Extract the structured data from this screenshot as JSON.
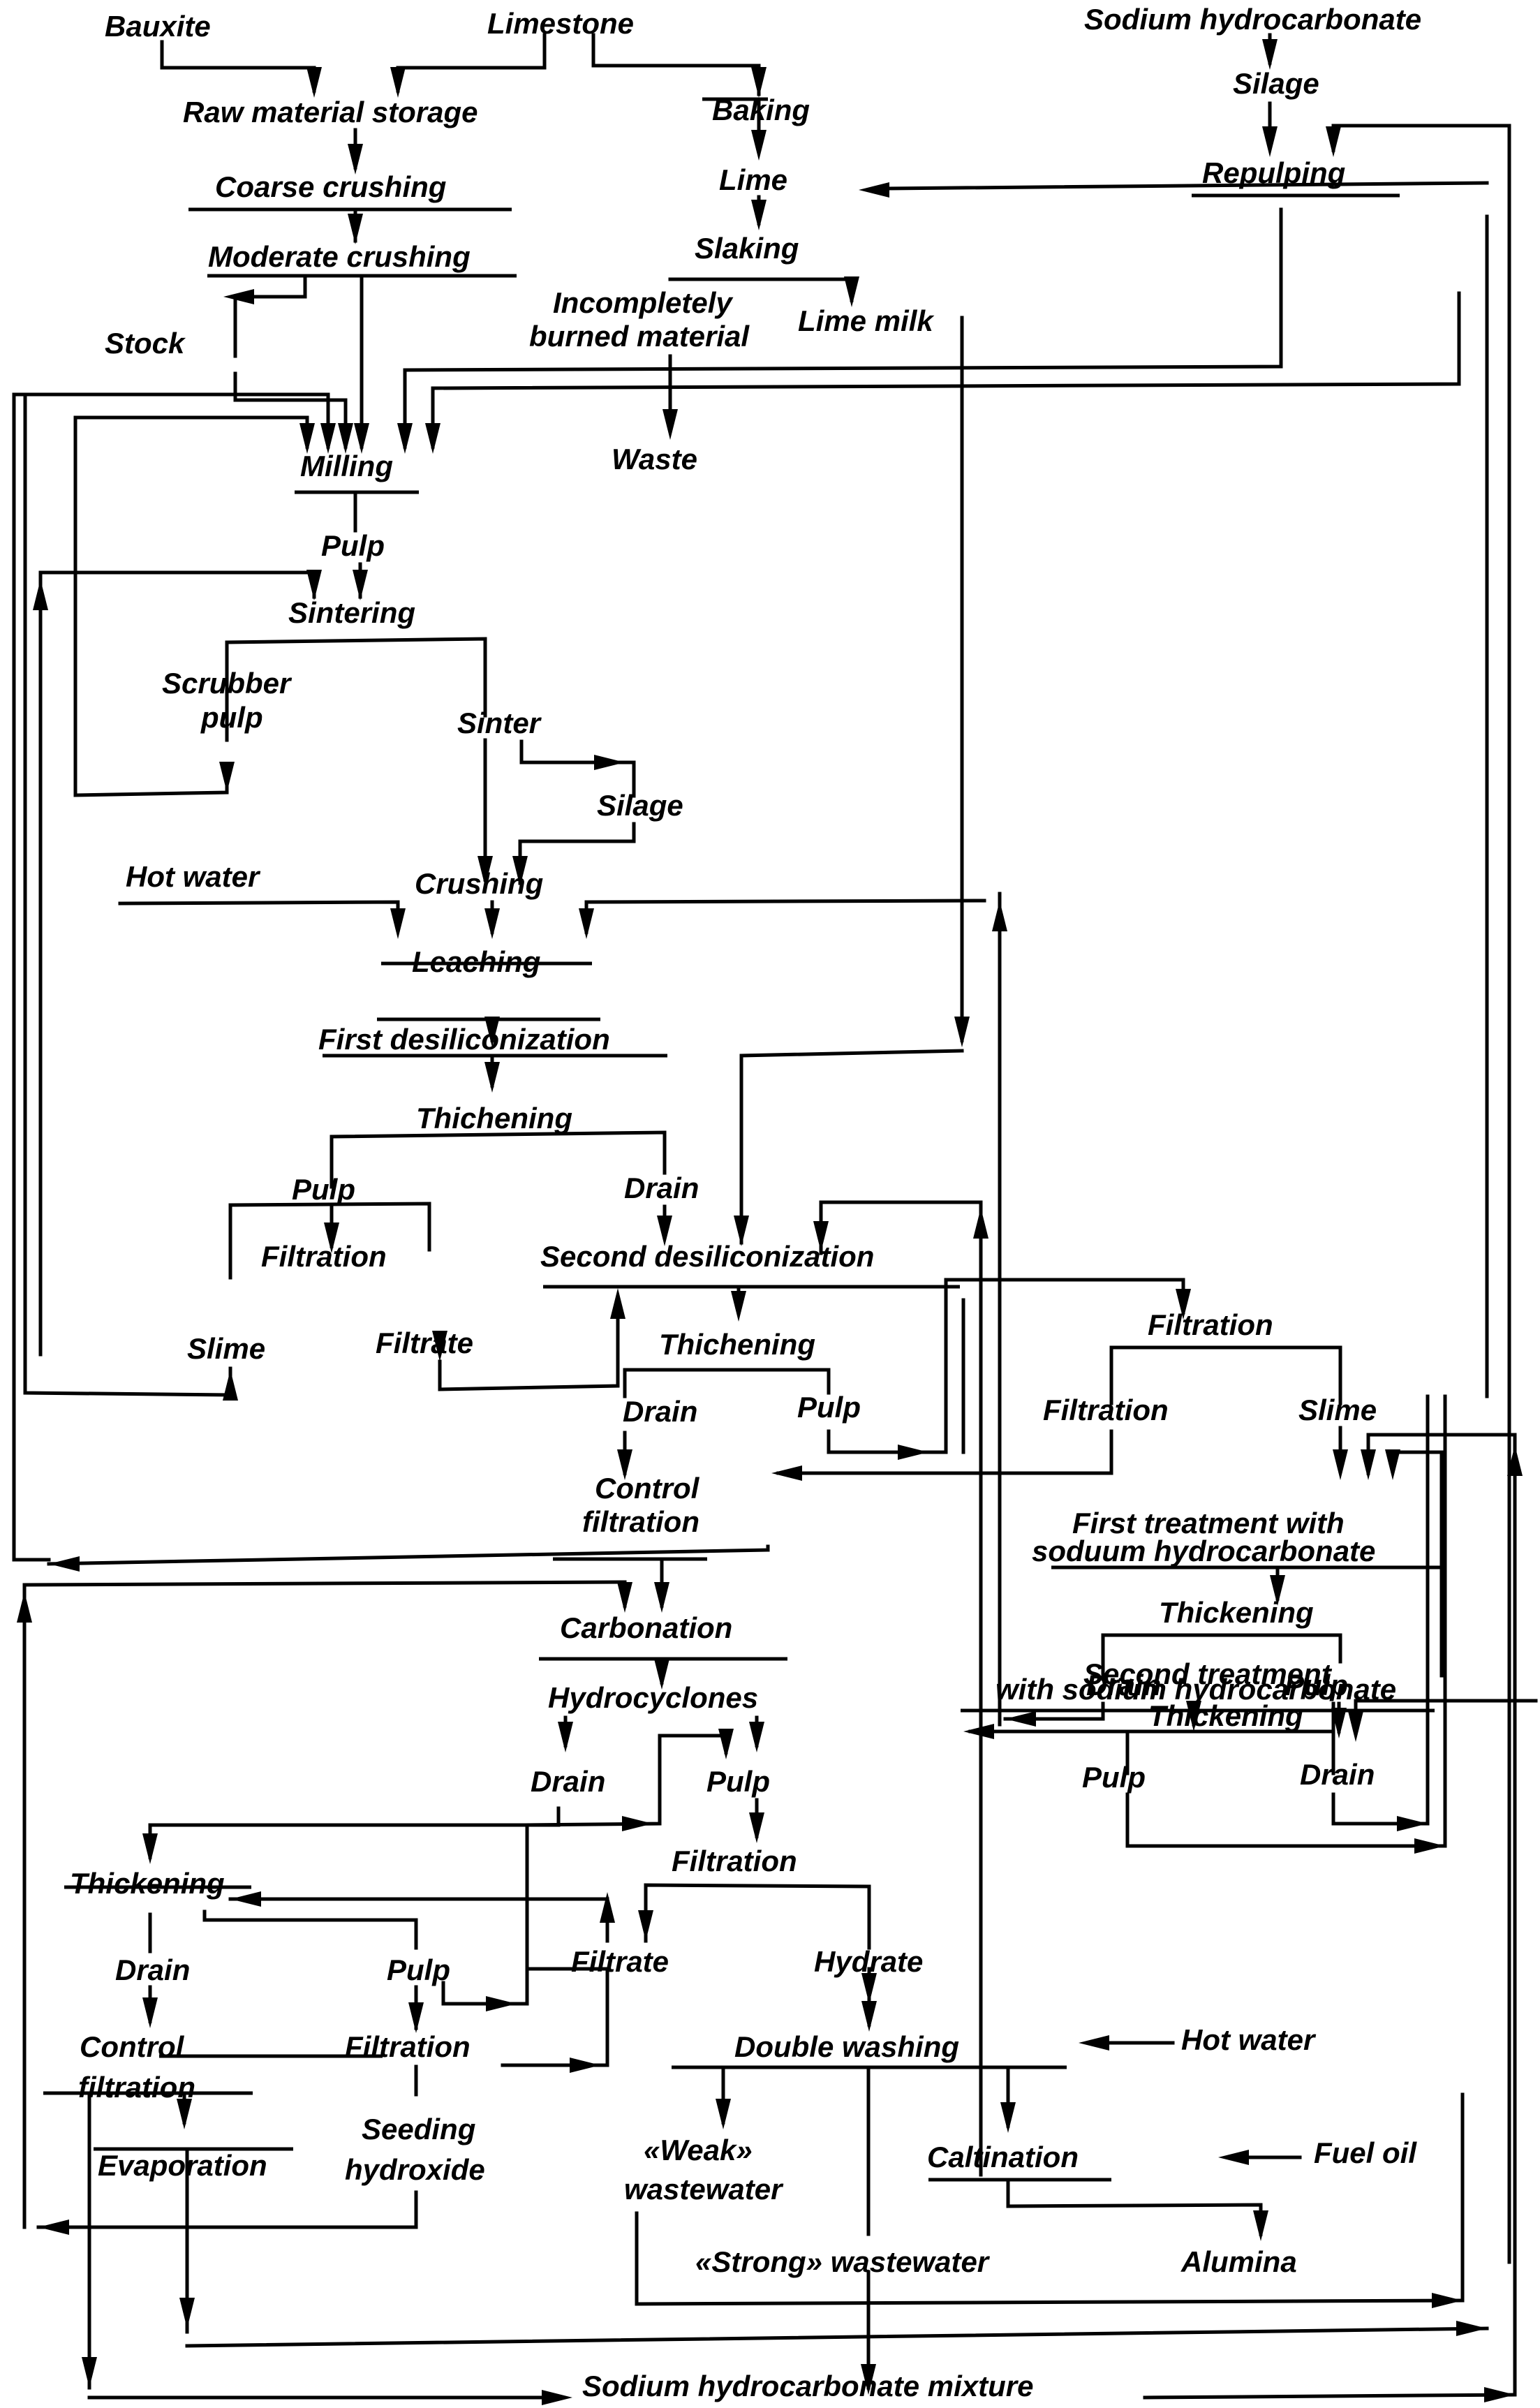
{
  "title": "Process flow diagram of alumina production from bauxite by sintering",
  "colors": {
    "ink": "#000000",
    "background": "#ffffff"
  },
  "nodes": {
    "bauxite": "Bauxite",
    "limestone": "Limestone",
    "sodium_hydrocarbonate": "Sodium hydrocarbonate",
    "raw_material_storage": "Raw material storage",
    "baking": "Baking",
    "silage_top": "Silage",
    "coarse_crushing": "Coarse crushing",
    "lime": "Lime",
    "repulping": "Repulping",
    "moderate_crushing": "Moderate crushing",
    "slaking": "Slaking",
    "stock": "Stock",
    "incompletely_1": "Incompletely",
    "incompletely_2": "burned material",
    "lime_milk": "Lime milk",
    "milling": "Milling",
    "waste": "Waste",
    "pulp_1": "Pulp",
    "sintering": "Sintering",
    "scrubber_1": "Scrubber",
    "scrubber_2": "pulp",
    "sinter": "Sinter",
    "silage_mid": "Silage",
    "hot_water_1": "Hot water",
    "crushing": "Crushing",
    "leaching": "Leaching",
    "first_desil": "First desiliconization",
    "thichening_1": "Thichening",
    "pulp_2": "Pulp",
    "drain_1": "Drain",
    "filtration_1": "Filtration",
    "second_desil": "Second desiliconization",
    "slime_1": "Slime",
    "filtrate_1": "Filtrate",
    "thichening_2": "Thichening",
    "drain_2": "Drain",
    "pulp_3": "Pulp",
    "filtration_r1": "Filtration",
    "filtration_r2": "Filtration",
    "slime_r": "Slime",
    "control_filt_1a": "Control",
    "control_filt_1b": "filtration",
    "first_treat_1": "First treatment with",
    "first_treat_2": "soduum hydrocarbonate",
    "thickening_r1": "Thickening",
    "drain_r1": "Drain",
    "pulp_r1": "Pulp",
    "carbonation": "Carbonation",
    "second_treat_1": "Second treatment",
    "second_treat_2": "with sodium hydrocarbonate",
    "hydrocyclones": "Hydrocyclones",
    "thickening_r2": "Thickening",
    "drain_3": "Drain",
    "pulp_4": "Pulp",
    "pulp_r2": "Pulp",
    "drain_r2": "Drain",
    "filtration_2": "Filtration",
    "thickening_l": "Thickening",
    "drain_4": "Drain",
    "pulp_5": "Pulp",
    "filtrate_2": "Filtrate",
    "hydrate": "Hydrate",
    "control_filt_2a": "Control",
    "control_filt_2b": "filtration",
    "filtration_3": "Filtration",
    "double_washing": "Double washing",
    "hot_water_2": "Hot water",
    "evaporation": "Evaporation",
    "seeding_1": "Seeding",
    "seeding_2": "hydroxide",
    "weak_1": "«Weak»",
    "weak_2": "wastewater",
    "caltination": "Caltination",
    "fuel_oil": "Fuel oil",
    "strong": "«Strong» wastewater",
    "alumina": "Alumina",
    "mixture": "Sodium hydrocarbonate mixture"
  }
}
